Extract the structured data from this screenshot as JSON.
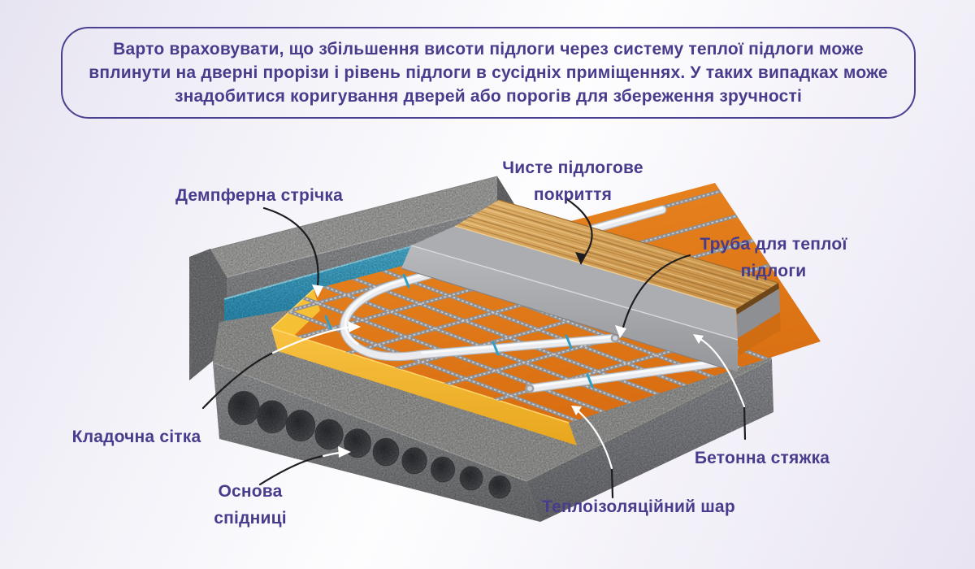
{
  "callout": {
    "lines": [
      "Варто враховувати, що збільшення висоти підлоги через систему теплої підлоги може",
      "вплинути на дверні прорізи і рівень підлоги в сусідніх приміщеннях. У таких випадках може",
      "знадобитися коригування дверей або порогів для збереження зручності"
    ]
  },
  "labels": {
    "damper_tape": "Демпферна стрічка",
    "floor_covering": "Чисте підлогове покриття",
    "heating_pipe": "Труба для теплої підлоги",
    "masonry_mesh": "Кладочна сітка",
    "slab_base": "Основа спідниці",
    "concrete_screed": "Бетонна стяжка",
    "insulation_layer": "Теплоізоляційний шар"
  },
  "colors": {
    "accent_indigo": "#4a4190",
    "text_indigo": "#473d8c",
    "tape_blue": "#2f9fc6",
    "insulation_orange": "#e2791c",
    "insulation_yellow": "#f2b42d",
    "wood": "#d7a45b",
    "screed_grey": "#a8aaae",
    "concrete_grey": "#8f908e",
    "pipe_white": "#e9ebee"
  },
  "diagram": {
    "type": "underfloor-heating-cutaway",
    "layers": [
      {
        "name": "Чисте підлогове покриття",
        "color": "#d7a45b"
      },
      {
        "name": "Бетонна стяжка",
        "color": "#a8aaae"
      },
      {
        "name": "Труба для теплої підлоги",
        "color": "#e9ebee"
      },
      {
        "name": "Кладочна сітка",
        "color": "#9c9ea1"
      },
      {
        "name": "Теплоізоляційний шар",
        "color": "#e2791c"
      },
      {
        "name": "Демпферна стрічка",
        "color": "#2f9fc6"
      },
      {
        "name": "Основа спідниці",
        "color": "#8f908e"
      }
    ]
  }
}
